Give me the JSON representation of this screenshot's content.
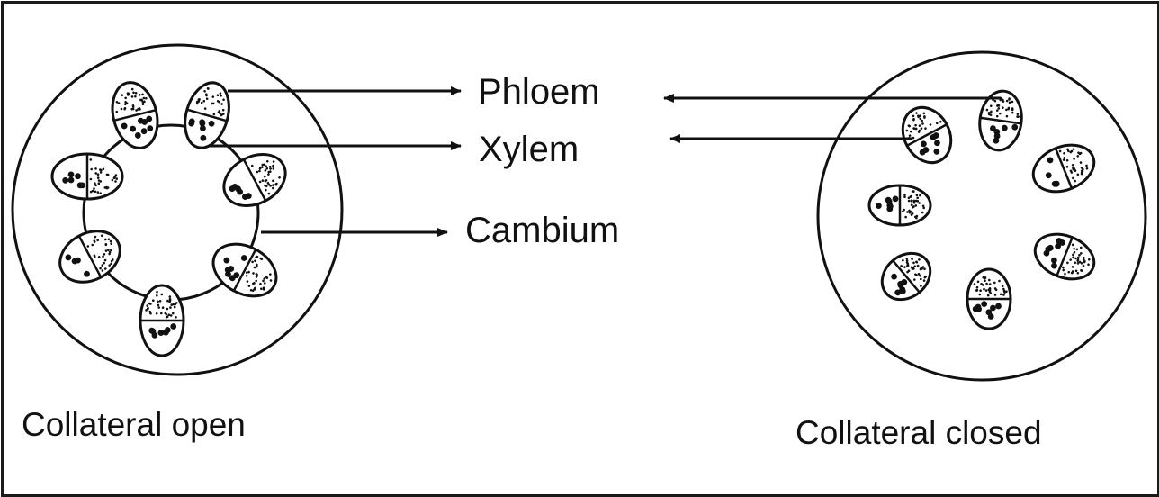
{
  "labels": {
    "phloem": "Phloem",
    "xylem": "Xylem",
    "cambium": "Cambium",
    "collateral_open": "Collateral open",
    "collateral_closed": "Collateral closed"
  },
  "colors": {
    "stroke": "#111111",
    "background": "#ffffff"
  }
}
